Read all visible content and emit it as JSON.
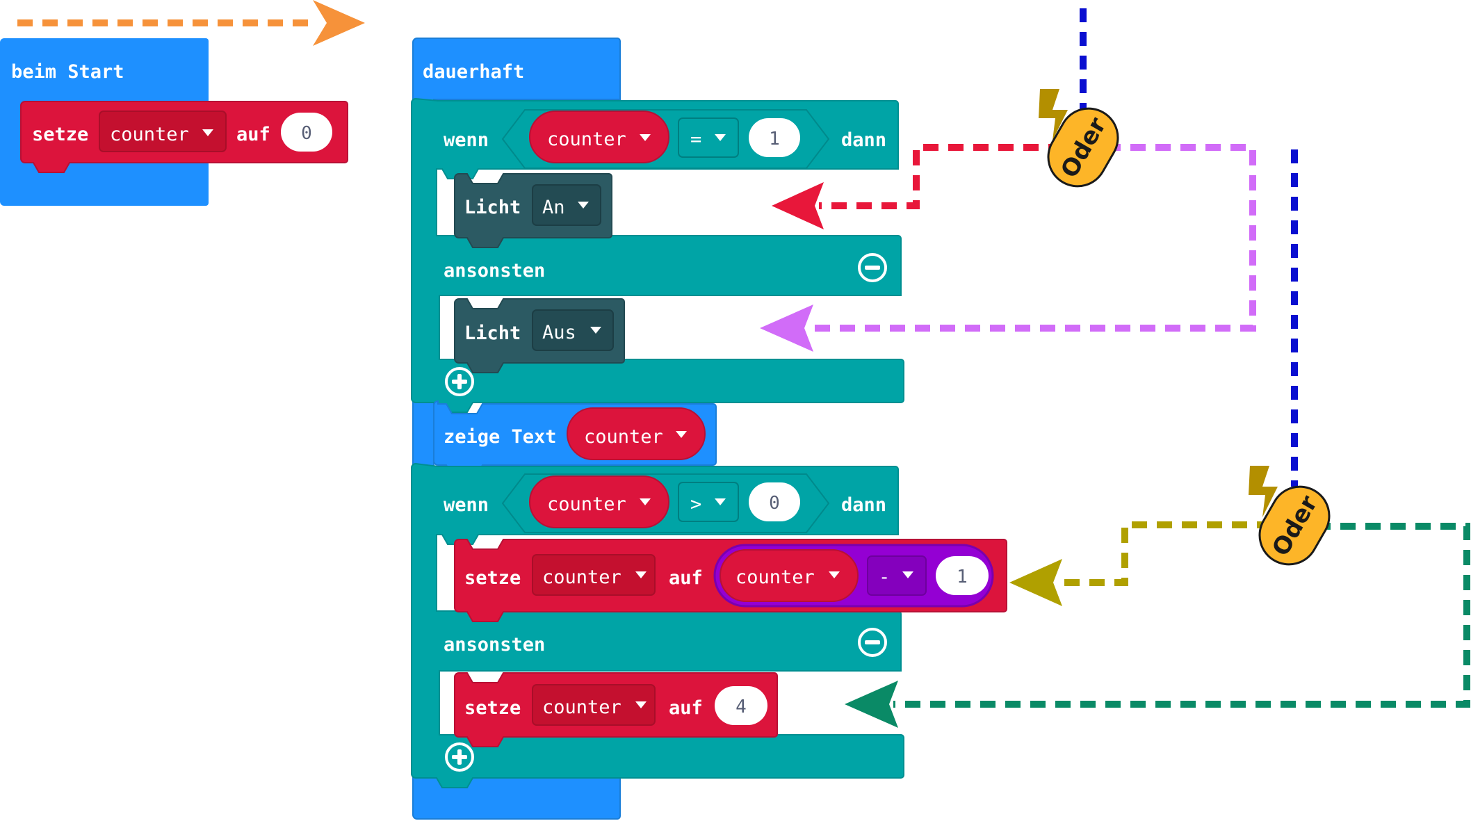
{
  "colors": {
    "event_blue": "#1e90ff",
    "logic_teal": "#00a4a6",
    "variable_red": "#dc143c",
    "light_dark": "#2c5a63",
    "math_purple": "#9400d3",
    "dashed_orange": "#f6923a",
    "dashed_red": "#e8173a",
    "dashed_violet": "#d16cf8",
    "dashed_blue": "#0a0fd0",
    "dashed_olive": "#b0a000",
    "dashed_green": "#0a8a66",
    "badge_fill": "#fdb528",
    "lightning": "#b38f00"
  },
  "blocks": {
    "on_start": {
      "header": "beim Start",
      "set_label": "setze",
      "var_name": "counter",
      "to_label": "auf",
      "value": "0"
    },
    "forever": {
      "header": "dauerhaft",
      "if1": {
        "if_label": "wenn",
        "var_name": "counter",
        "operator": "=",
        "value": "1",
        "then_label": "dann",
        "light_label": "Licht",
        "light_on": "An",
        "else_label": "ansonsten",
        "light_label_else": "Licht",
        "light_off": "Aus"
      },
      "show_text": {
        "label": "zeige Text",
        "var_name": "counter"
      },
      "if2": {
        "if_label": "wenn",
        "var_name": "counter",
        "operator": ">",
        "value": "0",
        "then_label": "dann",
        "set_label": "setze",
        "set_var": "counter",
        "to_label": "auf",
        "math_var": "counter",
        "math_op": "-",
        "math_value": "1",
        "else_label": "ansonsten",
        "set_label_else": "setze",
        "set_var_else": "counter",
        "to_label_else": "auf",
        "else_value": "4"
      }
    }
  },
  "badges": [
    {
      "text": "Oder",
      "icon": "lightning-icon"
    },
    {
      "text": "Oder",
      "icon": "lightning-icon"
    }
  ],
  "icons": {
    "dropdown": "triangle-down-icon",
    "remove": "minus-circle-icon",
    "add": "plus-circle-icon"
  }
}
